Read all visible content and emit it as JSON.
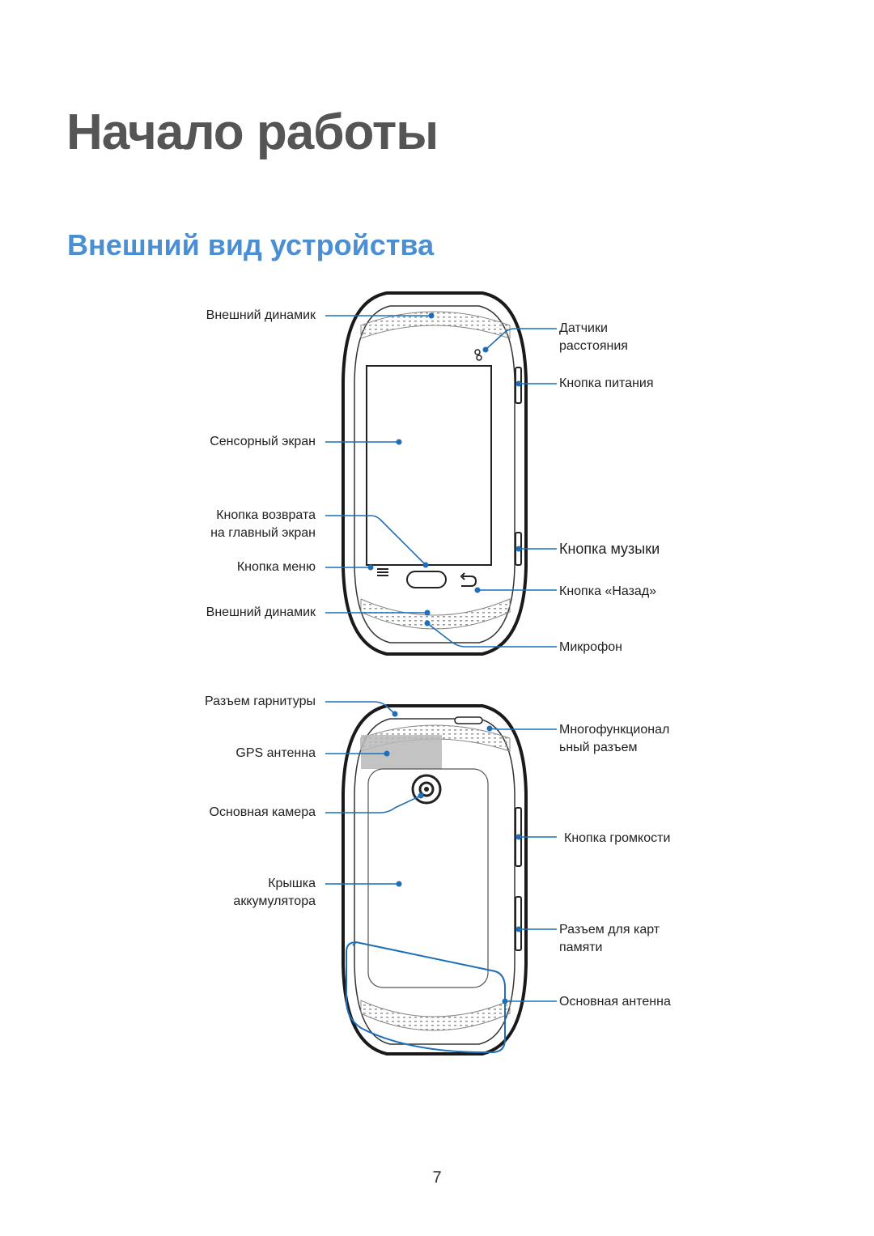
{
  "chapter_title": "Начало работы",
  "section_title": "Внешний вид устройства",
  "front_labels": {
    "outer_speaker_top": "Внешний динамик",
    "touch_screen": "Сенсорный экран",
    "home_button": [
      "Кнопка возврата",
      "на главный экран"
    ],
    "menu_button": "Кнопка меню",
    "outer_speaker_bottom": "Внешний динамик",
    "proximity_sensors": [
      "Датчики",
      "расстояния"
    ],
    "power_button": "Кнопка питания",
    "music_button": "Кнопка музыки",
    "back_button": "Кнопка «Назад»",
    "microphone": "Микрофон"
  },
  "back_labels": {
    "headset_jack": "Разъем гарнитуры",
    "gps_antenna": "GPS антенна",
    "rear_camera": "Основная камера",
    "battery_cover": [
      "Крышка",
      "аккумулятора"
    ],
    "multipurpose_jack": [
      "Многофункционал",
      "ьный разъем"
    ],
    "volume_button": "Кнопка громкости",
    "memory_card_slot": [
      "Разъем для карт",
      "памяти"
    ],
    "main_antenna": "Основная антенна"
  },
  "colors": {
    "callout": "#1e6fb8",
    "section_title": "#4a8fd4",
    "chapter_title": "#555555"
  },
  "page_number": "7"
}
